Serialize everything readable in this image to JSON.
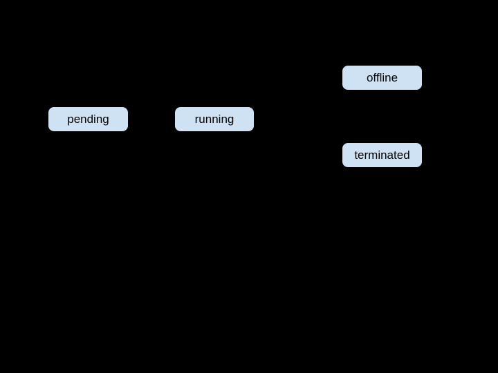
{
  "diagram": {
    "type": "state-diagram",
    "background_color": "#000000",
    "node_fill_color": "#cfe2f3",
    "node_text_color": "#000000",
    "nodes": [
      {
        "id": "pending",
        "label": "pending"
      },
      {
        "id": "running",
        "label": "running"
      },
      {
        "id": "offline",
        "label": "offline"
      },
      {
        "id": "terminated",
        "label": "terminated"
      }
    ]
  }
}
